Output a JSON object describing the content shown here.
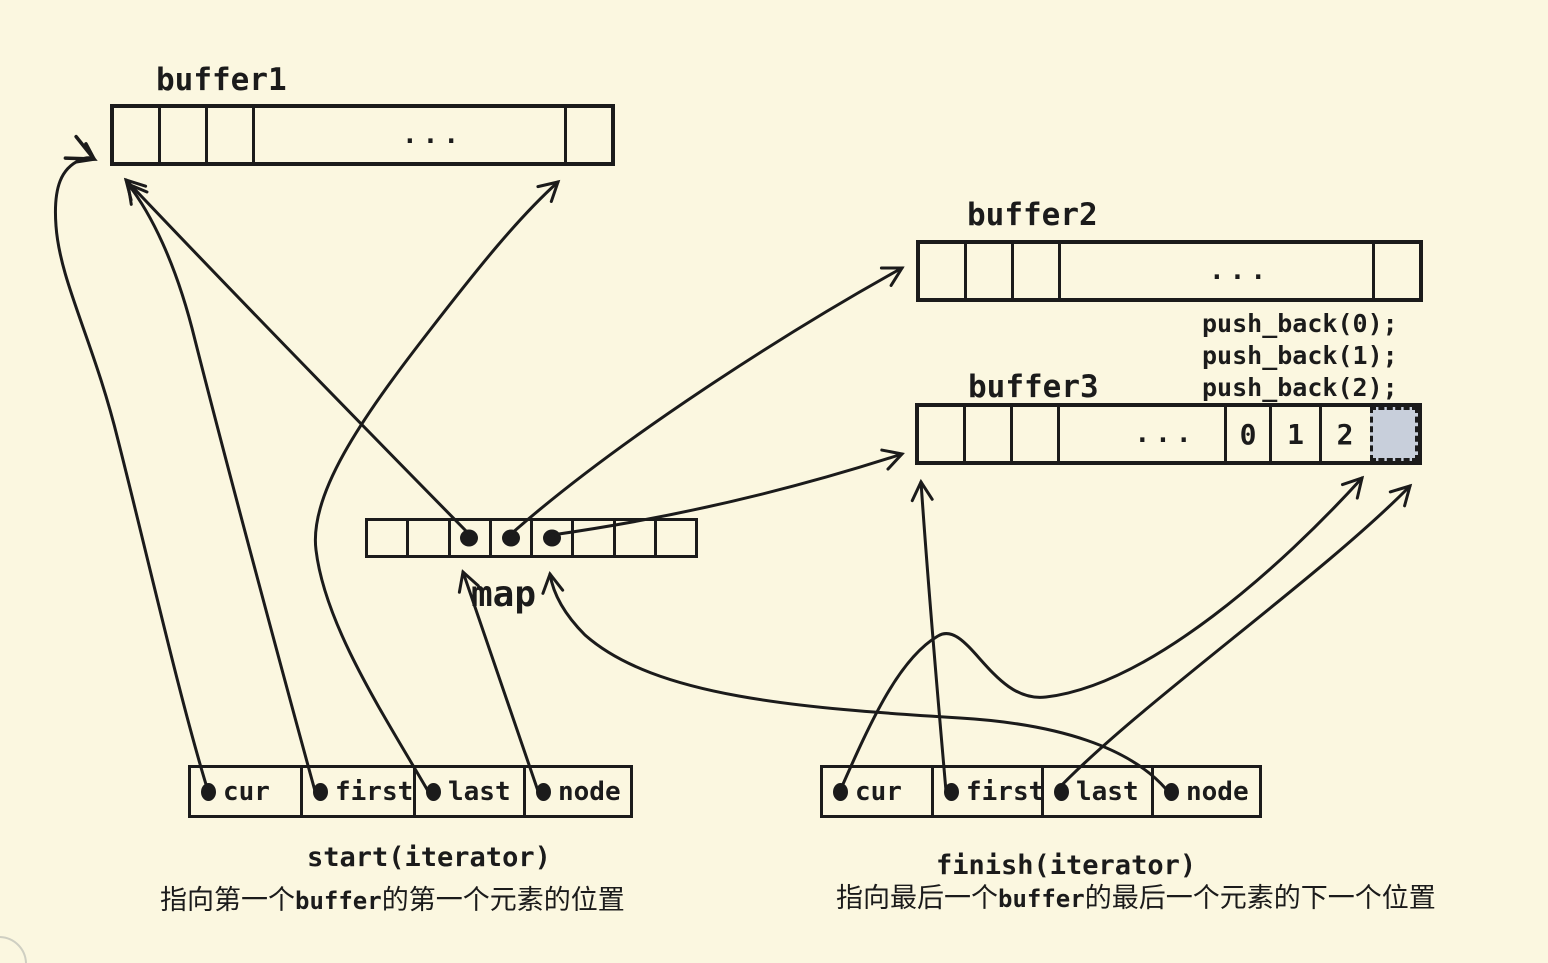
{
  "colors": {
    "ink": "#1b1b1b",
    "background": "#fbf7e0",
    "new_slot_fill": "#c8cfdb"
  },
  "buffers": {
    "buffer1": {
      "label": "buffer1",
      "ellipsis": "..."
    },
    "buffer2": {
      "label": "buffer2",
      "ellipsis": "..."
    },
    "buffer3": {
      "label": "buffer3",
      "ellipsis": "...",
      "values": [
        "0",
        "1",
        "2"
      ]
    }
  },
  "map": {
    "label": "map"
  },
  "push_back": {
    "lines": [
      "push_back(0);",
      "push_back(1);",
      "push_back(2);"
    ]
  },
  "iterators": {
    "fields": [
      "cur",
      "first",
      "last",
      "node"
    ],
    "start": {
      "title": "start(iterator)",
      "note_prefix": "指向第一个",
      "note_mono": "buffer",
      "note_suffix": "的第一个元素的位置"
    },
    "finish": {
      "title": "finish(iterator)",
      "note_prefix": "指向最后一个",
      "note_mono": "buffer",
      "note_suffix": "的最后一个元素的下一个位置"
    }
  }
}
